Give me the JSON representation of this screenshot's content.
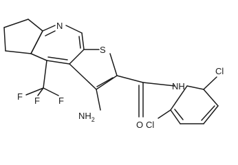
{
  "molecule": {
    "atoms": {
      "n_ring": "N",
      "s_ring": "S",
      "nh2": "NH",
      "nh2_sub": "2",
      "o": "O",
      "nh": "NH",
      "cl_top": "Cl",
      "cl_bottom": "Cl",
      "f_left": "F",
      "f_top": "F",
      "f_bottom": "F"
    }
  }
}
